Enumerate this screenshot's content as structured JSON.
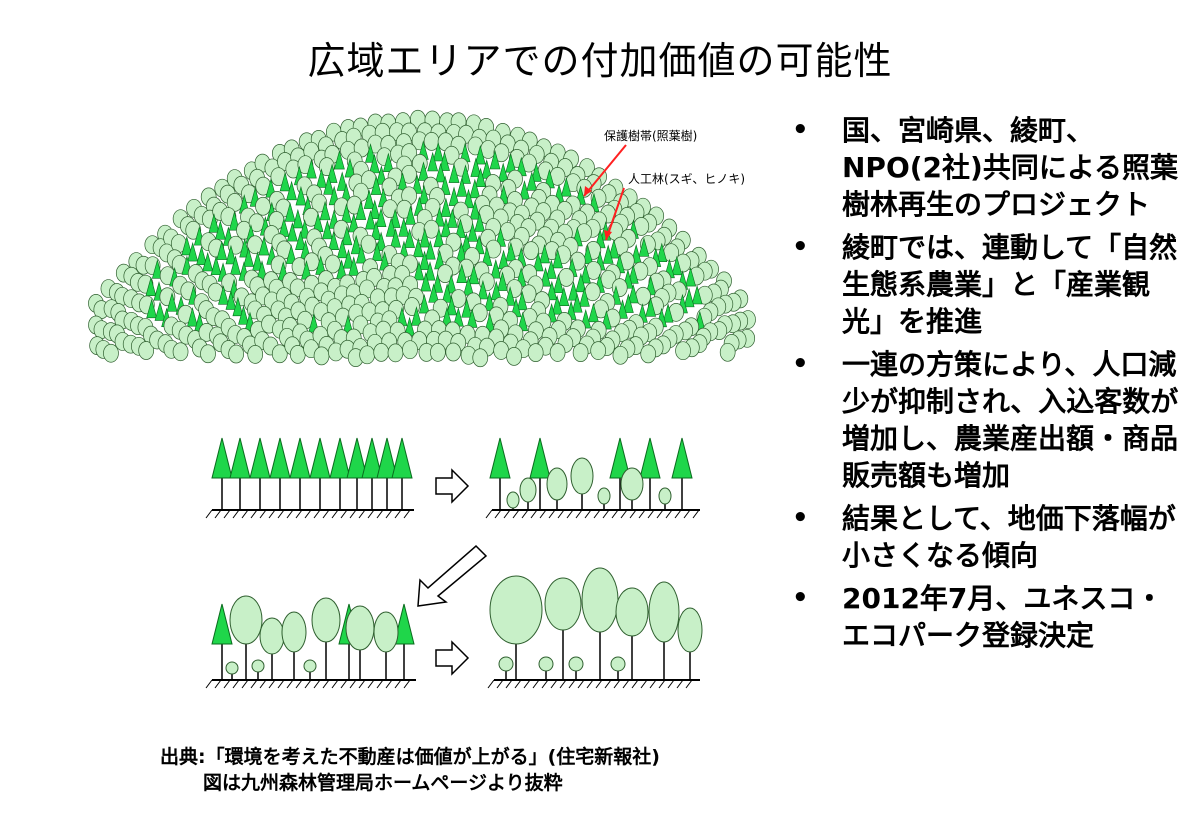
{
  "title": "広域エリアでの付加価値の可能性",
  "figure": {
    "label_protected": "保護樹帯(照葉樹)",
    "label_artificial": "人工林(スギ、ヒノキ)"
  },
  "bullets": [
    "国、宮崎県、綾町、NPO(2社)共同による照葉樹林再生のプロジェクト",
    "綾町では、連動して「自然生態系農業」と「産業観光」を推進",
    "一連の方策により、人口減少が抑制され、入込客数が増加し、農業産出額・商品販売額も増加",
    "結果として、地価下落幅が小さくなる傾向",
    "2012年7月、ユネスコ・エコパーク登録決定"
  ],
  "source": {
    "line1": "出典:「環境を考えた不動産は価値が上がる」(住宅新報社)",
    "line2": "図は九州森林管理局ホームページより抜粋"
  },
  "colors": {
    "broadleaf": "#c8f0c8",
    "conifer": "#1fd64a",
    "arrow_red": "#ff2020"
  }
}
